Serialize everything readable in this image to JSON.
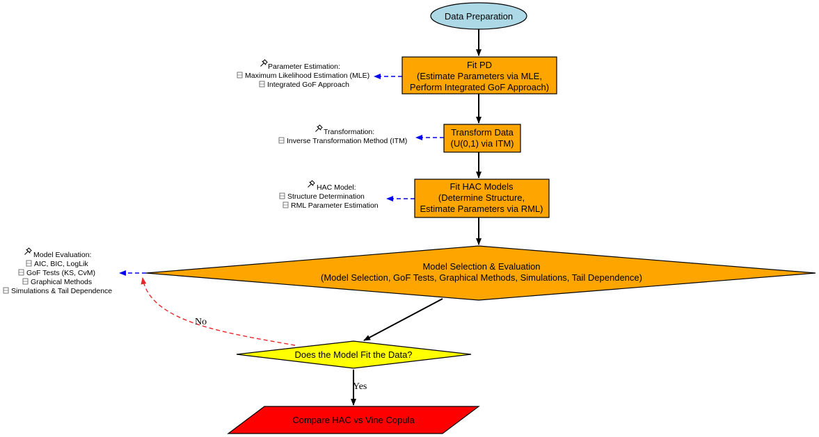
{
  "nodes": {
    "data_prep": {
      "label": "Data Preparation",
      "fill": "#add8e6"
    },
    "fit_pd": {
      "lines": [
        "Fit PD",
        "(Estimate Parameters via MLE,",
        "Perform Integrated GoF Approach)"
      ],
      "fill": "#ffa500"
    },
    "transform": {
      "lines": [
        "Transform Data",
        "(U(0,1) via ITM)"
      ],
      "fill": "#ffa500"
    },
    "fit_hac": {
      "lines": [
        "Fit HAC Models",
        "(Determine Structure,",
        "Estimate Parameters via RML)"
      ],
      "fill": "#ffa500"
    },
    "model_sel": {
      "lines": [
        "Model Selection & Evaluation",
        "(Model Selection, GoF Tests, Graphical Methods, Simulations, Tail Dependence)"
      ],
      "fill": "#ffa500"
    },
    "fit_check": {
      "label": "Does the Model Fit the Data?",
      "fill": "#ffff00"
    },
    "compare": {
      "label": "Compare HAC vs Vine Copula",
      "fill": "#ff0000"
    }
  },
  "notes": {
    "param_est": [
      "Parameter Estimation:",
      "Maximum Likelihood Estimation (MLE)",
      "Integrated GoF Approach"
    ],
    "transformation": [
      "Transformation:",
      "Inverse Transformation Method (ITM)"
    ],
    "hac_model": [
      "HAC Model:",
      "Structure Determination",
      "RML Parameter Estimation"
    ],
    "model_eval": [
      "Model Evaluation:",
      "AIC, BIC, LogLik",
      "GoF Tests (KS, CvM)",
      "Graphical Methods",
      "Simulations & Tail Dependence"
    ]
  },
  "edge_labels": {
    "no": "No",
    "yes": "Yes"
  },
  "icons": {
    "note_header": "pushpin-icon",
    "note_item": "missing-glyph-icon"
  },
  "colors": {
    "note_arrow": "#0000ee",
    "loop_arrow": "#e8262a",
    "edge": "#000000"
  }
}
